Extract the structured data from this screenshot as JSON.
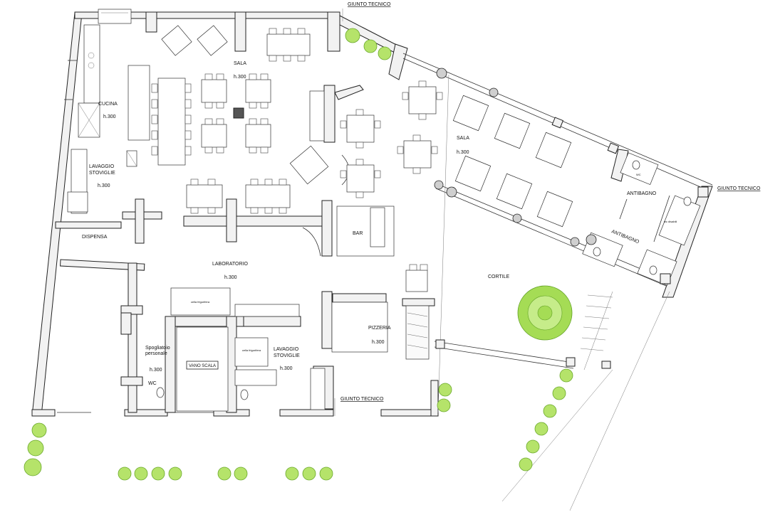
{
  "plan": {
    "rooms": [
      {
        "key": "sala_main",
        "name": "SALA",
        "height": "h.300"
      },
      {
        "key": "cucina",
        "name": "CUCINA",
        "height": "h.300"
      },
      {
        "key": "lavaggio1",
        "name_line1": "LAVAGGIO",
        "name_line2": "STOVIGLIE",
        "height": "h.300"
      },
      {
        "key": "dispensa",
        "name": "DISPENSA"
      },
      {
        "key": "laboratorio",
        "name": "LABORATORIO",
        "height": "h.300"
      },
      {
        "key": "bar",
        "name": "BAR"
      },
      {
        "key": "sala_right",
        "name": "SALA",
        "height": "h.300"
      },
      {
        "key": "antibagno1",
        "name": "ANTIBAGNO"
      },
      {
        "key": "antibagno2",
        "name": "ANTIBAGNO"
      },
      {
        "key": "cortile",
        "name": "CORTILE"
      },
      {
        "key": "pizzeria",
        "name": "PIZZERIA",
        "height": "h.300"
      },
      {
        "key": "lavaggio2",
        "name_line1": "LAVAGGIO",
        "name_line2": "STOVIGLIE",
        "height": "h.300"
      },
      {
        "key": "spogliatoio",
        "name_line1": "Spogliatoio",
        "name_line2": "personale",
        "height": "h.300"
      },
      {
        "key": "wc_staff",
        "name": "WC"
      },
      {
        "key": "vano_scala",
        "name": "VANO SCALA"
      }
    ],
    "joints": {
      "top": "GIUNTO TECNICO",
      "right": "GIUNTO TECNICO",
      "bottom": "GIUNTO TECNICO"
    },
    "fixtures": {
      "cella1": "cella frigorifera",
      "cella2": "cella frigorifera",
      "wc_small": "WC",
      "wc_small2": "wc disabili"
    },
    "colors": {
      "vegetation": "#b5e36a",
      "wall_fill": "#f2f2f2",
      "line": "#222222"
    }
  }
}
